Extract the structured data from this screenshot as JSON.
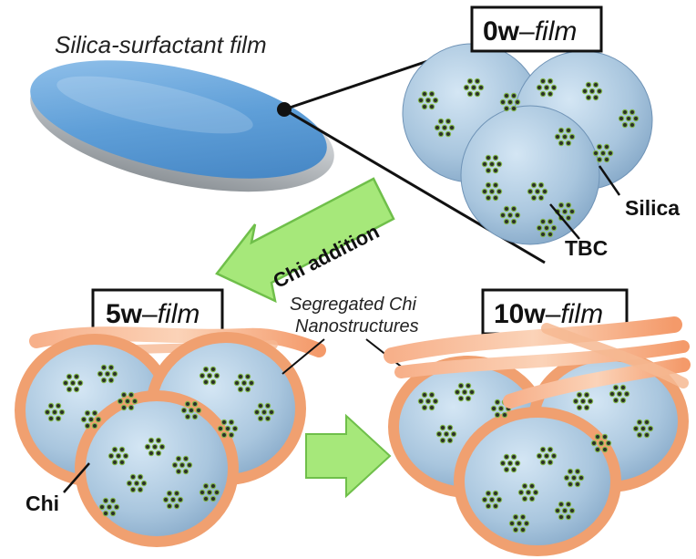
{
  "title": "Silica-surfactant film",
  "films": {
    "f0": {
      "bold": "0w",
      "dash": "–",
      "italic": "film"
    },
    "f5": {
      "bold": "5w",
      "dash": "–",
      "italic": "film"
    },
    "f10": {
      "bold": "10w",
      "dash": "–",
      "italic": "film"
    }
  },
  "arrow_label": "Chi addition",
  "callouts": {
    "silica": "Silica",
    "tbc": "TBC",
    "chi": "Chi"
  },
  "segregated": {
    "line1": "Segregated Chi",
    "line2": "Nanostructures"
  },
  "colors": {
    "particle": "#a9c6de",
    "particle_edge": "#6f93b6",
    "chi_shell": "#f0a070",
    "arrow_green": "#a6e87a",
    "arrow_green_edge": "#6fbf4a",
    "pore_dark": "#2b2f2a",
    "pore_ring": "#7fb44a",
    "wafer_top": "#5f9fd8"
  }
}
